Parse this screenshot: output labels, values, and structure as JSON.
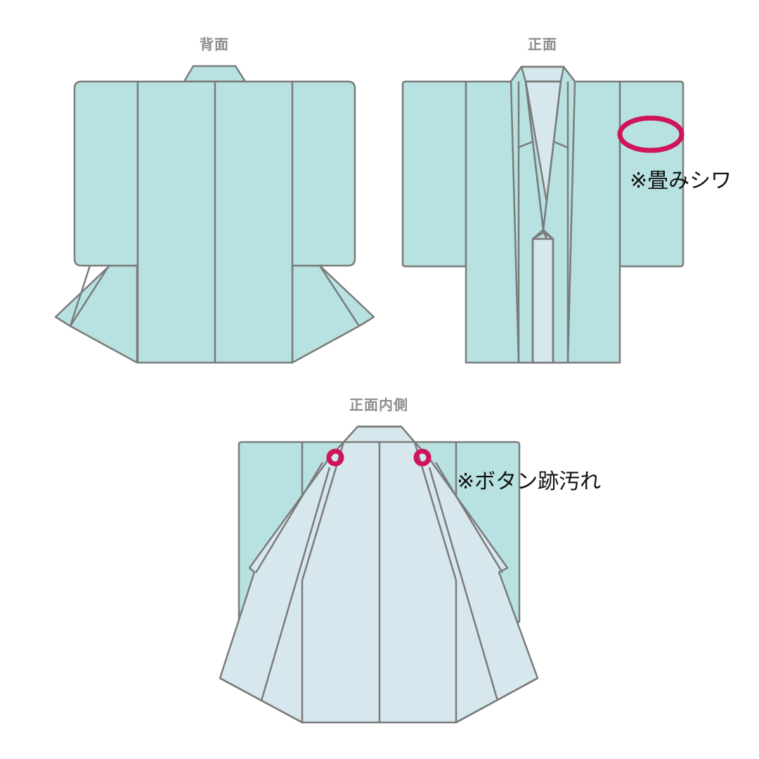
{
  "views": [
    {
      "id": "back",
      "title": "背面"
    },
    {
      "id": "front",
      "title": "正面"
    },
    {
      "id": "front_inside",
      "title": "正面内側"
    }
  ],
  "annotations": [
    {
      "view": "front",
      "marker": "ellipse",
      "label": "※畳みシワ"
    },
    {
      "view": "front_inside",
      "marker": "circle",
      "count": 2,
      "label": "※ボタン跡汚れ"
    }
  ],
  "colors": {
    "fabric": "#b7e2e1",
    "lining": "#d6e8ee",
    "outline": "#7b7b7b",
    "marker": "#d0145a",
    "title_text": "#8c8c8c"
  }
}
